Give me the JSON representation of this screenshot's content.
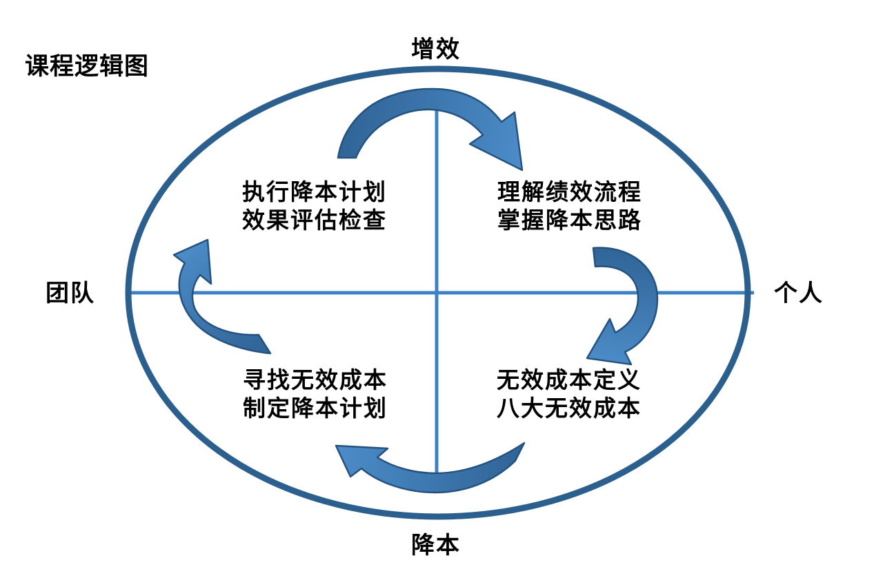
{
  "title": "课程逻辑图",
  "axes": {
    "top": "增效",
    "bottom": "降本",
    "left": "团队",
    "right": "个人"
  },
  "quadrants": {
    "top_left": {
      "line1": "执行降本计划",
      "line2": "效果评估检查"
    },
    "top_right": {
      "line1": "理解绩效流程",
      "line2": "掌握降本思路"
    },
    "bottom_left": {
      "line1": "寻找无效成本",
      "line2": "制定降本计划"
    },
    "bottom_right": {
      "line1": "无效成本定义",
      "line2": "八大无效成本"
    }
  },
  "cycle": {
    "direction": "clockwise",
    "arrow_count": 4
  },
  "colors": {
    "background": "#ffffff",
    "text": "#000000",
    "ellipse_stroke": "#2B5F8E",
    "axis_line": "#3E80C4",
    "arrow_fill_dark": "#2F6395",
    "arrow_fill_light": "#4C8CC9",
    "arrow_outline": "#24527F"
  }
}
